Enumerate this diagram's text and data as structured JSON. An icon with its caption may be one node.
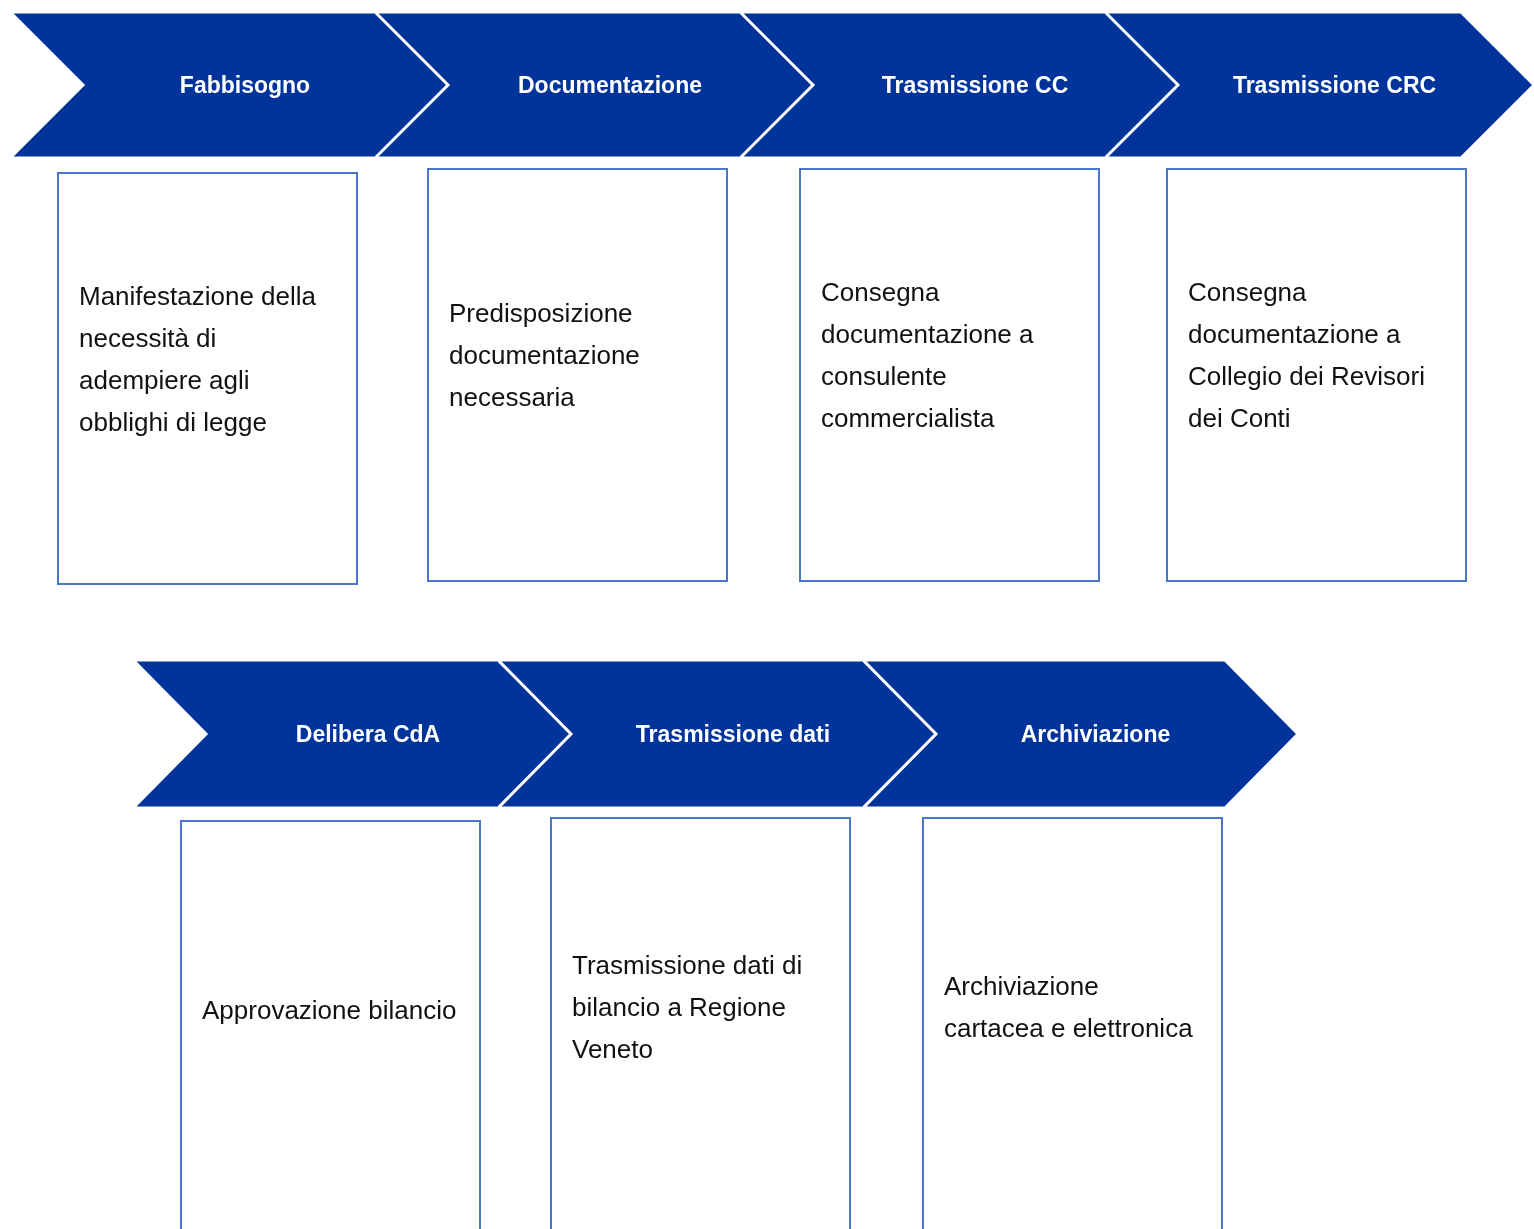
{
  "diagram": {
    "nodes": [
      {
        "text": [
          "Fabbisogno"
        ]
      },
      {
        "text": [
          "Documentazione"
        ]
      },
      {
        "text": [
          "Trasmissione CC"
        ]
      },
      {
        "text": [
          "Trasmissione CRC"
        ]
      },
      {
        "text": [
          "Manifestazione della necessità di adempiere agli obblighi di legge"
        ]
      },
      {
        "text": [
          "Predisposizione documentazione necessaria"
        ]
      },
      {
        "text": [
          "Consegna documentazione a consulente commercialista"
        ]
      },
      {
        "text": [
          "Consegna documentazione a Collegio dei Revisori dei Conti"
        ]
      },
      {
        "text": [
          "Delibera CdA"
        ]
      },
      {
        "text": [
          "Trasmissione dati"
        ]
      },
      {
        "text": [
          "Archiviazione"
        ]
      },
      {
        "text": [
          "Approvazione bilancio"
        ]
      },
      {
        "text": [
          "Trasmissione dati di bilancio a Regione Veneto"
        ]
      },
      {
        "text": [
          "Archiviazione cartacea e elettronica"
        ]
      }
    ]
  }
}
